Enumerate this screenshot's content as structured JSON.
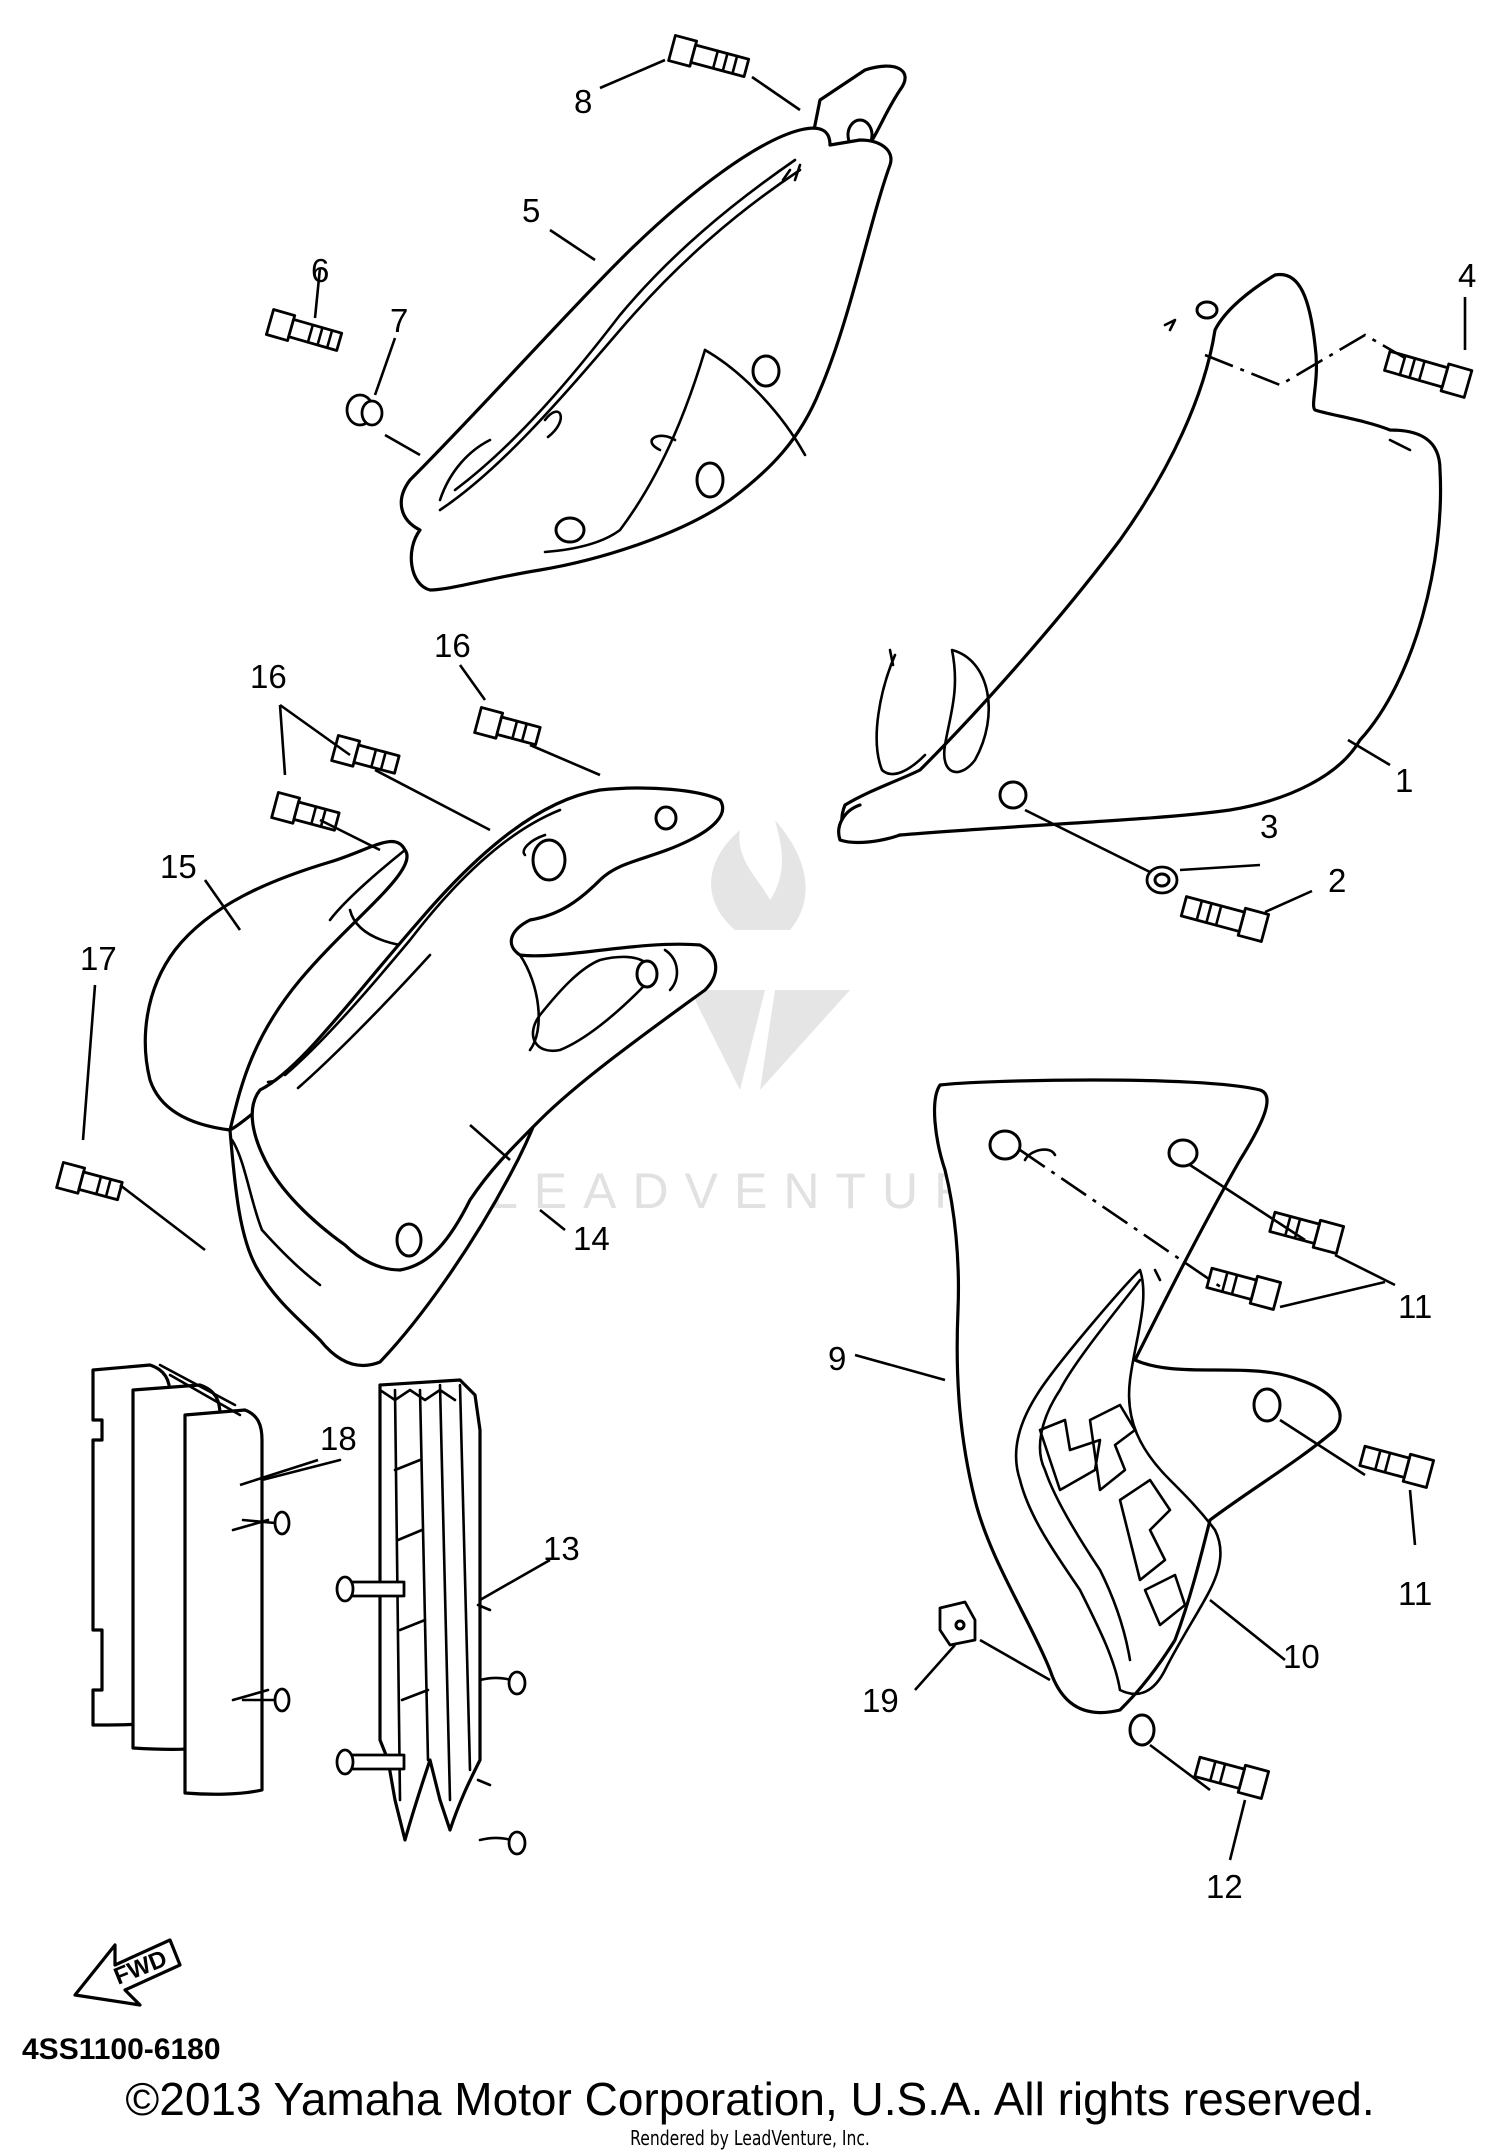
{
  "callouts": [
    {
      "num": "1"
    },
    {
      "num": "2"
    },
    {
      "num": "3"
    },
    {
      "num": "4"
    },
    {
      "num": "5"
    },
    {
      "num": "6"
    },
    {
      "num": "7"
    },
    {
      "num": "8"
    },
    {
      "num": "9"
    },
    {
      "num": "10"
    },
    {
      "num": "11"
    },
    {
      "num": "11"
    },
    {
      "num": "12"
    },
    {
      "num": "13"
    },
    {
      "num": "14"
    },
    {
      "num": "15"
    },
    {
      "num": "16"
    },
    {
      "num": "16"
    },
    {
      "num": "17"
    },
    {
      "num": "18"
    },
    {
      "num": "19"
    }
  ],
  "fwd_label": "FWD",
  "watermark": {
    "text": "LEADVENTURE",
    "color": "#cfcfcf"
  },
  "diagram_code": "4SS1100-6180",
  "copyright": "©2013 Yamaha Motor Corporation, U.S.A. All rights reserved.",
  "rendered_by": "Rendered by LeadVenture, Inc."
}
